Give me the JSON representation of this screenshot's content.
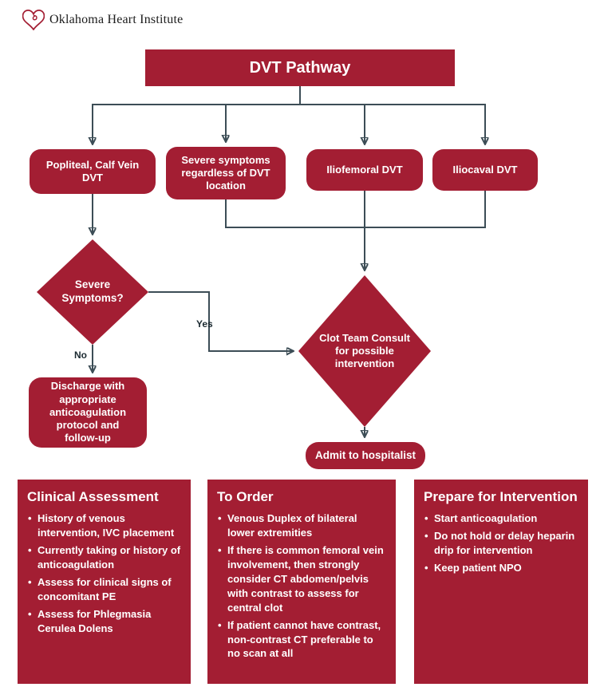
{
  "logo": {
    "org_name": "Oklahoma Heart Institute"
  },
  "flowchart": {
    "title": "DVT Pathway",
    "branches": [
      {
        "label": "Popliteal, Calf Vein DVT"
      },
      {
        "label": "Severe symptoms regardless of DVT location"
      },
      {
        "label": "Iliofemoral DVT"
      },
      {
        "label": "Iliocaval DVT"
      }
    ],
    "decision": {
      "label": "Severe Symptoms?",
      "yes_label": "Yes",
      "no_label": "No"
    },
    "discharge": {
      "label": "Discharge with appropriate anticoagulation protocol and follow-up"
    },
    "clot_team": {
      "label": "Clot Team Consult for possible intervention"
    },
    "admit": {
      "label": "Admit to hospitalist"
    }
  },
  "panels": [
    {
      "title": "Clinical Assessment",
      "items": [
        "History of venous intervention, IVC placement",
        "Currently taking or history of anticoagulation",
        "Assess for clinical signs of concomitant PE",
        "Assess for Phlegmasia Cerulea Dolens"
      ]
    },
    {
      "title": "To Order",
      "items": [
        "Venous Duplex of bilateral lower extremities",
        "If there is common femoral vein involvement, then strongly consider CT abdomen/pelvis with contrast to assess for central clot",
        "If patient cannot have contrast, non-contrast CT preferable to no scan at all"
      ]
    },
    {
      "title": "Prepare for Intervention",
      "items": [
        "Start anticoagulation",
        "Do not hold or delay heparin drip for intervention",
        "Keep patient NPO"
      ]
    }
  ],
  "colors": {
    "maroon": "#A31E33",
    "connector": "#3C4D56"
  }
}
